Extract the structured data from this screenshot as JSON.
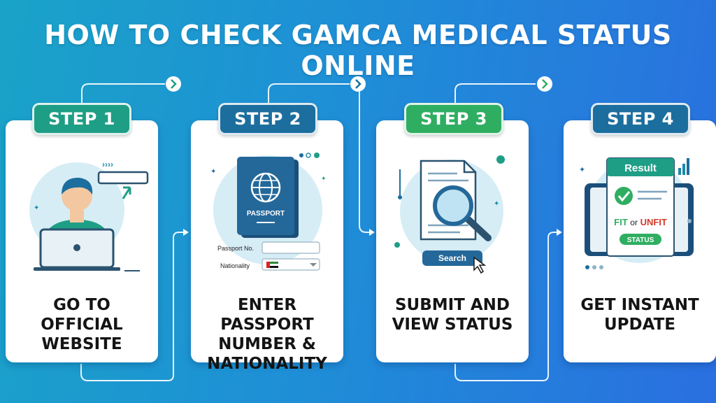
{
  "title": "HOW TO CHECK GAMCA MEDICAL STATUS ONLINE",
  "colors": {
    "background_start": "#1aa3c8",
    "background_end": "#2a6fe0",
    "step1": "#1f9e86",
    "step2": "#1c6e9e",
    "step3": "#2fae62",
    "step4": "#1c6e9e"
  },
  "steps": [
    {
      "label": "STEP 1",
      "caption": "GO TO OFFICIAL WEBSITE",
      "icon": "person-laptop-icon"
    },
    {
      "label": "STEP 2",
      "caption": "ENTER PASSPORT NUMBER & NATIONALITY",
      "icon": "passport-icon",
      "passport_text": "PASSPORT",
      "field1_label": "Passport No.",
      "field2_label": "Nationality"
    },
    {
      "label": "STEP 3",
      "caption": "SUBMIT AND VIEW STATUS",
      "icon": "magnifier-document-icon",
      "button_label": "Search"
    },
    {
      "label": "STEP 4",
      "caption": "GET INSTANT UPDATE",
      "icon": "result-tablet-icon",
      "result_title": "Result",
      "fit_text": "FIT",
      "or_text": "or",
      "unfit_text": "UNFIT",
      "status_label": "STATUS"
    }
  ]
}
